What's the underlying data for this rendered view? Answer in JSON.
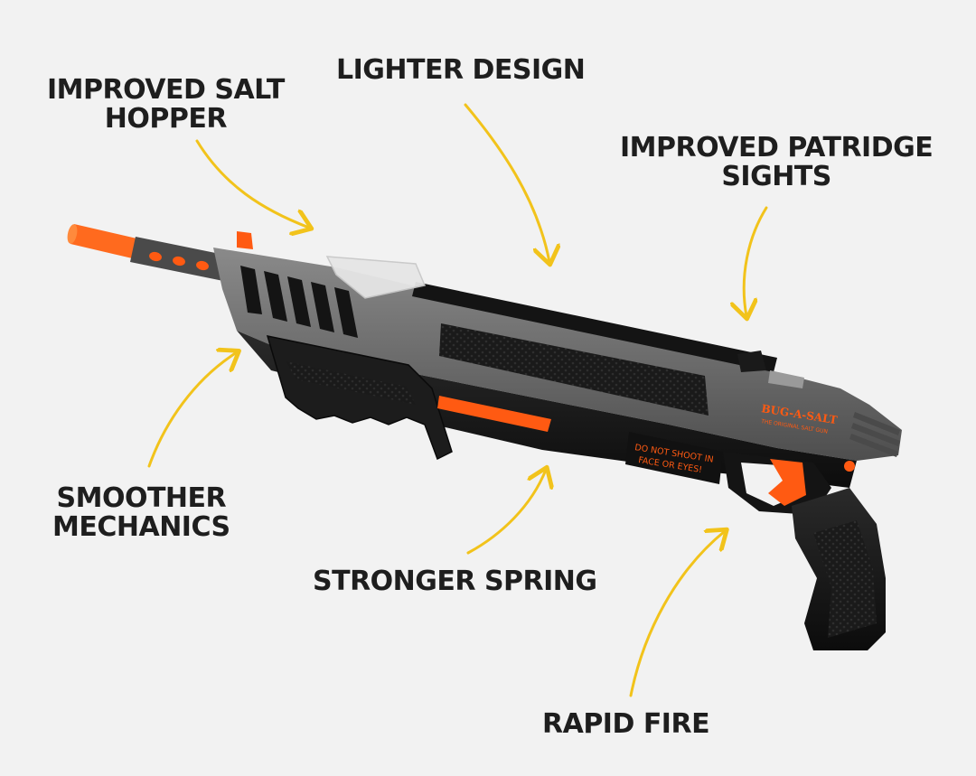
{
  "callouts": {
    "hopper": {
      "line1": "IMPROVED SALT",
      "line2": "HOPPER"
    },
    "lighter": {
      "line1": "LIGHTER DESIGN"
    },
    "sights": {
      "line1": "IMPROVED PATRIDGE",
      "line2": "SIGHTS"
    },
    "mechanics": {
      "line1": "SMOOTHER",
      "line2": "MECHANICS"
    },
    "spring": {
      "line1": "STRONGER SPRING"
    },
    "rapid": {
      "line1": "RAPID FIRE"
    }
  },
  "gun": {
    "brand_line1": "BUG-A-SALT",
    "brand_line2": "THE ORIGINAL SALT GUN",
    "warning_line1": "DO NOT SHOOT IN",
    "warning_line2": "FACE OR EYES!"
  },
  "colors": {
    "background": "#f2f2f2",
    "text": "#1e1e1e",
    "arrow": "#f2c31b",
    "orange": "#ff5a12",
    "body_gray": "#6e6e6e",
    "black": "#141414"
  }
}
